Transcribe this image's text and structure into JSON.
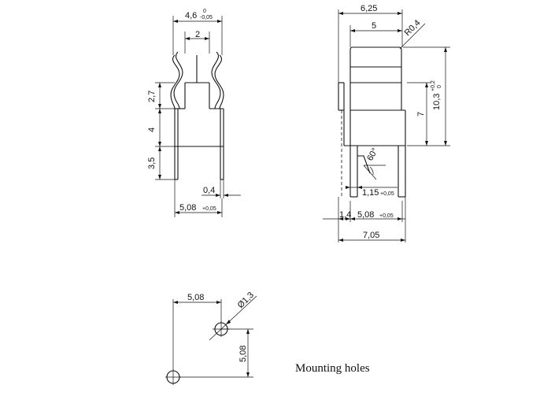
{
  "front_view": {
    "dim_width_total": "4,6",
    "dim_width_total_tol_upper": "0",
    "dim_width_total_tol_lower": "-0,05",
    "dim_inner_width": "2",
    "dim_upper_height": "2,7",
    "dim_mid_height": "4",
    "dim_pin_height": "3,5",
    "dim_thickness": "0,4",
    "dim_pin_pitch": "5,08",
    "dim_pin_pitch_tol": "+0,05"
  },
  "side_view": {
    "dim_top_width": "6,25",
    "dim_inner_top": "5",
    "dim_radius": "R0,4",
    "dim_total_height": "10,3",
    "dim_total_height_tol_upper": "+0,2",
    "dim_total_height_tol_lower": "0",
    "dim_body_height": "7",
    "dim_angle": "60°",
    "dim_pin_width": "1,15",
    "dim_pin_width_tol": "+0,05",
    "dim_offset": "1,4",
    "dim_pin_spacing": "5,08",
    "dim_pin_spacing_tol": "+0,05",
    "dim_overall_width": "7,05"
  },
  "mounting": {
    "dim_horizontal": "5,08",
    "dim_vertical": "5,08",
    "dim_hole_diameter": "Ø1,3",
    "caption": "Mounting holes"
  }
}
